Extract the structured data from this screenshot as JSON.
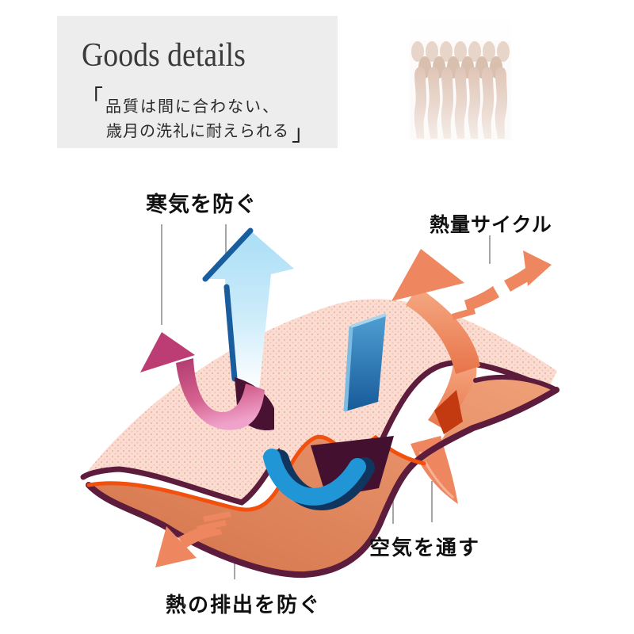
{
  "header": {
    "title": "Goods details",
    "quote": {
      "open": "「",
      "line1": "品質は間に合わない、",
      "line2": "歳月の洗礼に耐えられる",
      "close": "」"
    }
  },
  "diagram": {
    "labels": {
      "cold_block": "寒気を防ぐ",
      "heat_cycle": "熱量サイクル",
      "air_through": "空気を通す",
      "heat_retain": "熱の排出を防ぐ"
    },
    "colors": {
      "panel_bg": "#ededed",
      "top_layer": "#fbdcd2",
      "top_layer_dots": "#edb49e",
      "layer_rim": "#5d1c3c",
      "bottom_layer_edge": "#f2500f",
      "cold_arrow": "#b5e4f8",
      "cold_arrow_edge": "#1a5d9e",
      "warm_arrow": "#ee8760",
      "magenta_arrow": "#c2407c",
      "blue_parts": "#2196d6",
      "leader_line": "#8f8f8f",
      "swatch_fabric": "#e5d0c3"
    }
  }
}
